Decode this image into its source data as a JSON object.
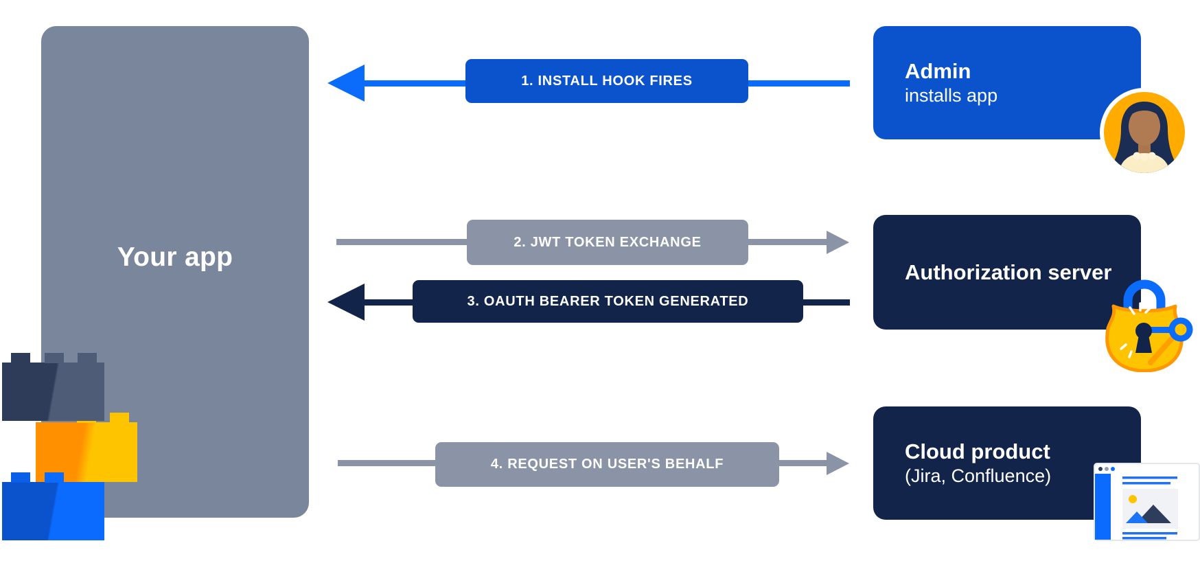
{
  "diagram": {
    "app_box": {
      "label": "Your app"
    },
    "flow_labels": [
      {
        "step": "1",
        "label": "1. INSTALL HOOK FIRES",
        "direction": "left",
        "style": "blue"
      },
      {
        "step": "2",
        "label": "2. JWT TOKEN EXCHANGE",
        "direction": "right",
        "style": "gray"
      },
      {
        "step": "3",
        "label": "3. OAUTH BEARER TOKEN GENERATED",
        "direction": "left",
        "style": "navy"
      },
      {
        "step": "4",
        "label": "4. REQUEST ON USER'S BEHALF",
        "direction": "right",
        "style": "gray"
      }
    ],
    "nodes": [
      {
        "title": "Admin",
        "subtitle": "installs app",
        "icon": "woman-avatar-icon"
      },
      {
        "title": "Authorization server",
        "subtitle": "",
        "icon": "padlock-key-icon"
      },
      {
        "title": "Cloud product",
        "subtitle": "(Jira, Confluence)",
        "icon": "browser-window-icon"
      }
    ],
    "colors": {
      "background": "#FFFFFF",
      "app_box_gray": "#7A869B",
      "arrow_gray": "#8A94A6",
      "navy": "#12244A",
      "brand_blue": "#0B53CC",
      "bright_blue": "#0B6BFB",
      "orange": "#FFAB00",
      "yellow": "#FFC400"
    }
  }
}
